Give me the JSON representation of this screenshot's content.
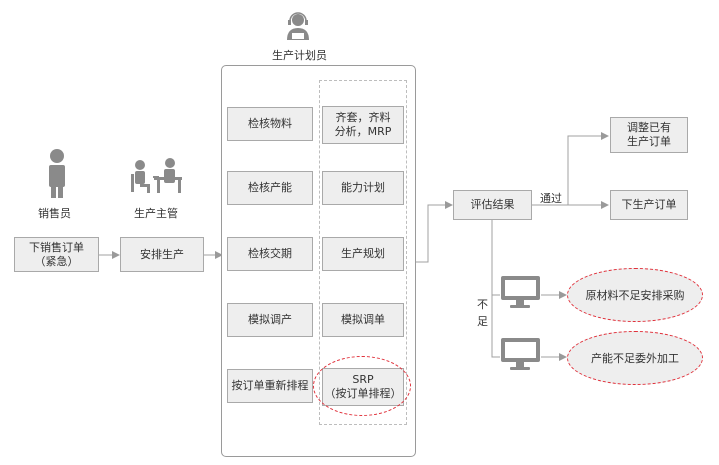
{
  "roles": {
    "sales": "销售员",
    "manager": "生产主管",
    "planner": "生产计划员"
  },
  "nodes": {
    "order": "下销售订单\n（紧急）",
    "arrange": "安排生产",
    "check_material": "检核物料",
    "check_capacity": "检核产能",
    "check_delivery": "检核交期",
    "sim_production": "模拟调产",
    "reschedule": "按订单重新排程",
    "mrp": "齐套，齐料\n分析，MRP",
    "capacity_plan": "能力计划",
    "production_plan": "生产规划",
    "sim_order": "模拟调单",
    "srp": "SRP\n（按订单排程）",
    "evaluate": "评估结果",
    "adjust": "调整已有\n生产订单",
    "issue_order": "下生产订单",
    "material_short": "原材料不足安排采购",
    "capacity_short": "产能不足委外加工"
  },
  "edge_labels": {
    "pass": "通过",
    "insufficient_top": "不",
    "insufficient_bottom": "足"
  },
  "colors": {
    "box_fill": "#eeeeee",
    "box_border": "#a9a9a9",
    "arrow": "#9a9a9a",
    "highlight": "#e0303a",
    "icon": "#8a8a8a"
  }
}
